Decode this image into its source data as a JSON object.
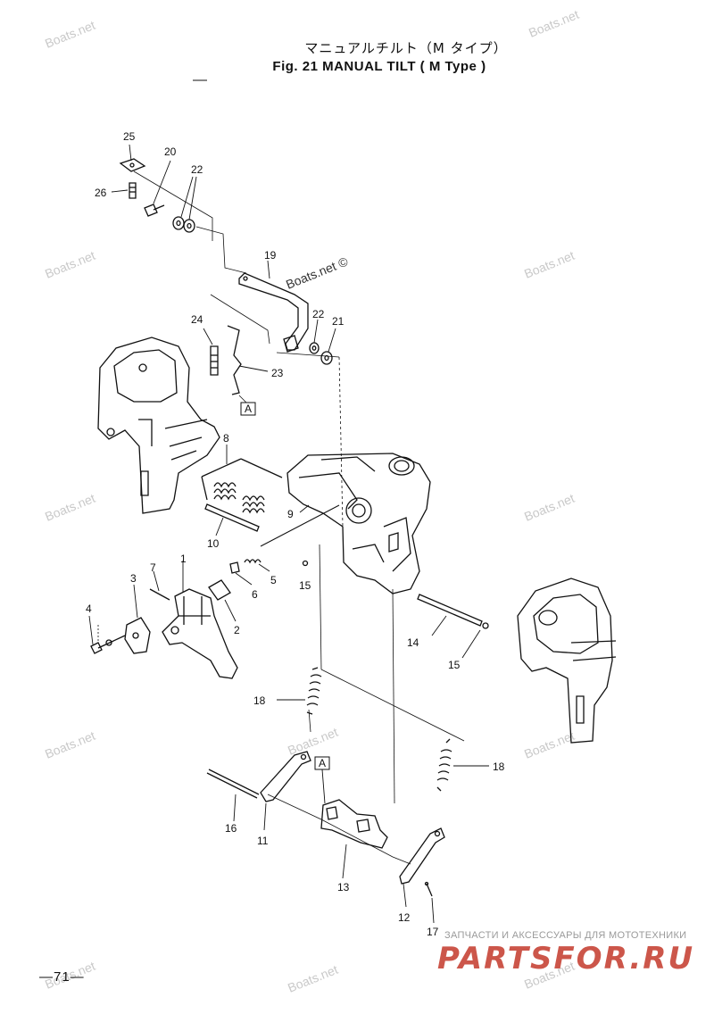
{
  "header": {
    "title_jp": "マニュアルチルト（M タイプ）",
    "title_en": "Fig. 21   MANUAL TILT ( M Type )"
  },
  "watermark": {
    "text": "Boats.net",
    "text_copyright": "Boats.net ©"
  },
  "callouts": [
    "1",
    "2",
    "3",
    "4",
    "5",
    "6",
    "7",
    "8",
    "9",
    "10",
    "11",
    "12",
    "13",
    "14",
    "15",
    "15",
    "16",
    "17",
    "18",
    "18",
    "19",
    "20",
    "21",
    "22",
    "22",
    "23",
    "24",
    "25",
    "26"
  ],
  "reference_marks": [
    "A",
    "A"
  ],
  "footer": {
    "page_number": "—71—",
    "shop_tagline": "ЗАПЧАСТИ И АКСЕССУАРЫ ДЛЯ МОТОТЕХНИКИ",
    "shop_logo": "PARTSFOR.RU"
  },
  "colors": {
    "line": "#111111",
    "watermark": "#c9c9c9",
    "logo_red": "#c4392b"
  }
}
